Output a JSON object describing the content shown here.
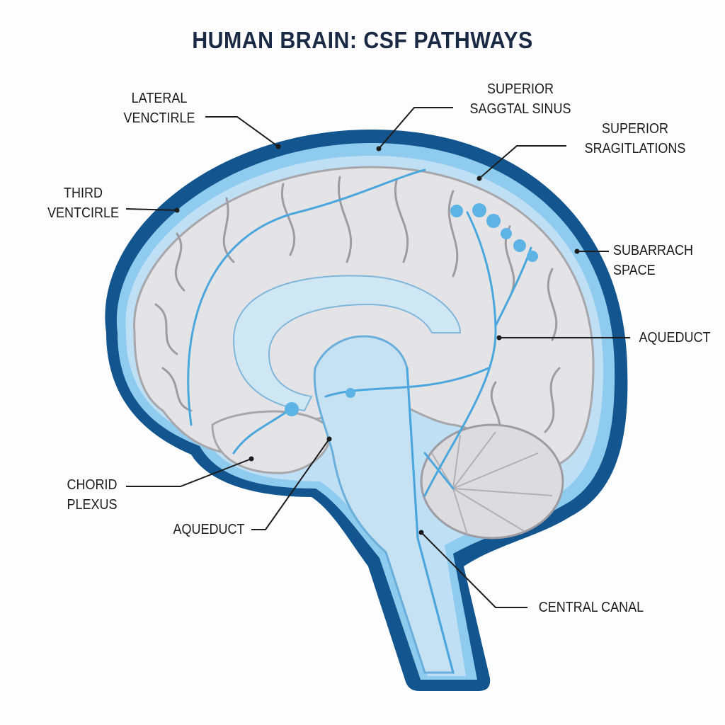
{
  "title": "HUMAN BRAIN: CSF PATHWAYS",
  "labels": {
    "lateral_ventricle": [
      "LATERAL",
      "VENCTIRLE"
    ],
    "superior_sagittal_sinus": [
      "SUPERIOR",
      "SAGGTAL SINUS"
    ],
    "superior_sragitlations": [
      "SUPERIOR",
      "SRAGITLATIONS"
    ],
    "third_ventricle": [
      "THIRD",
      "VENTCIRLE"
    ],
    "subarachnoid_space": [
      "SUBARRACH",
      "SPACE"
    ],
    "aqueduct_right": "AQUEDUCT",
    "choroid_plexus": [
      "CHORID",
      "PLEXUS"
    ],
    "aqueduct_bottom": "AQUEDUCT",
    "central_canal": "CENTRAL CANAL"
  },
  "colors": {
    "dura": "#13568f",
    "csf": "#8fcbef",
    "brain": "#e6e6e7",
    "vessel": "#4aa6dc",
    "title": "#1b2a44"
  }
}
